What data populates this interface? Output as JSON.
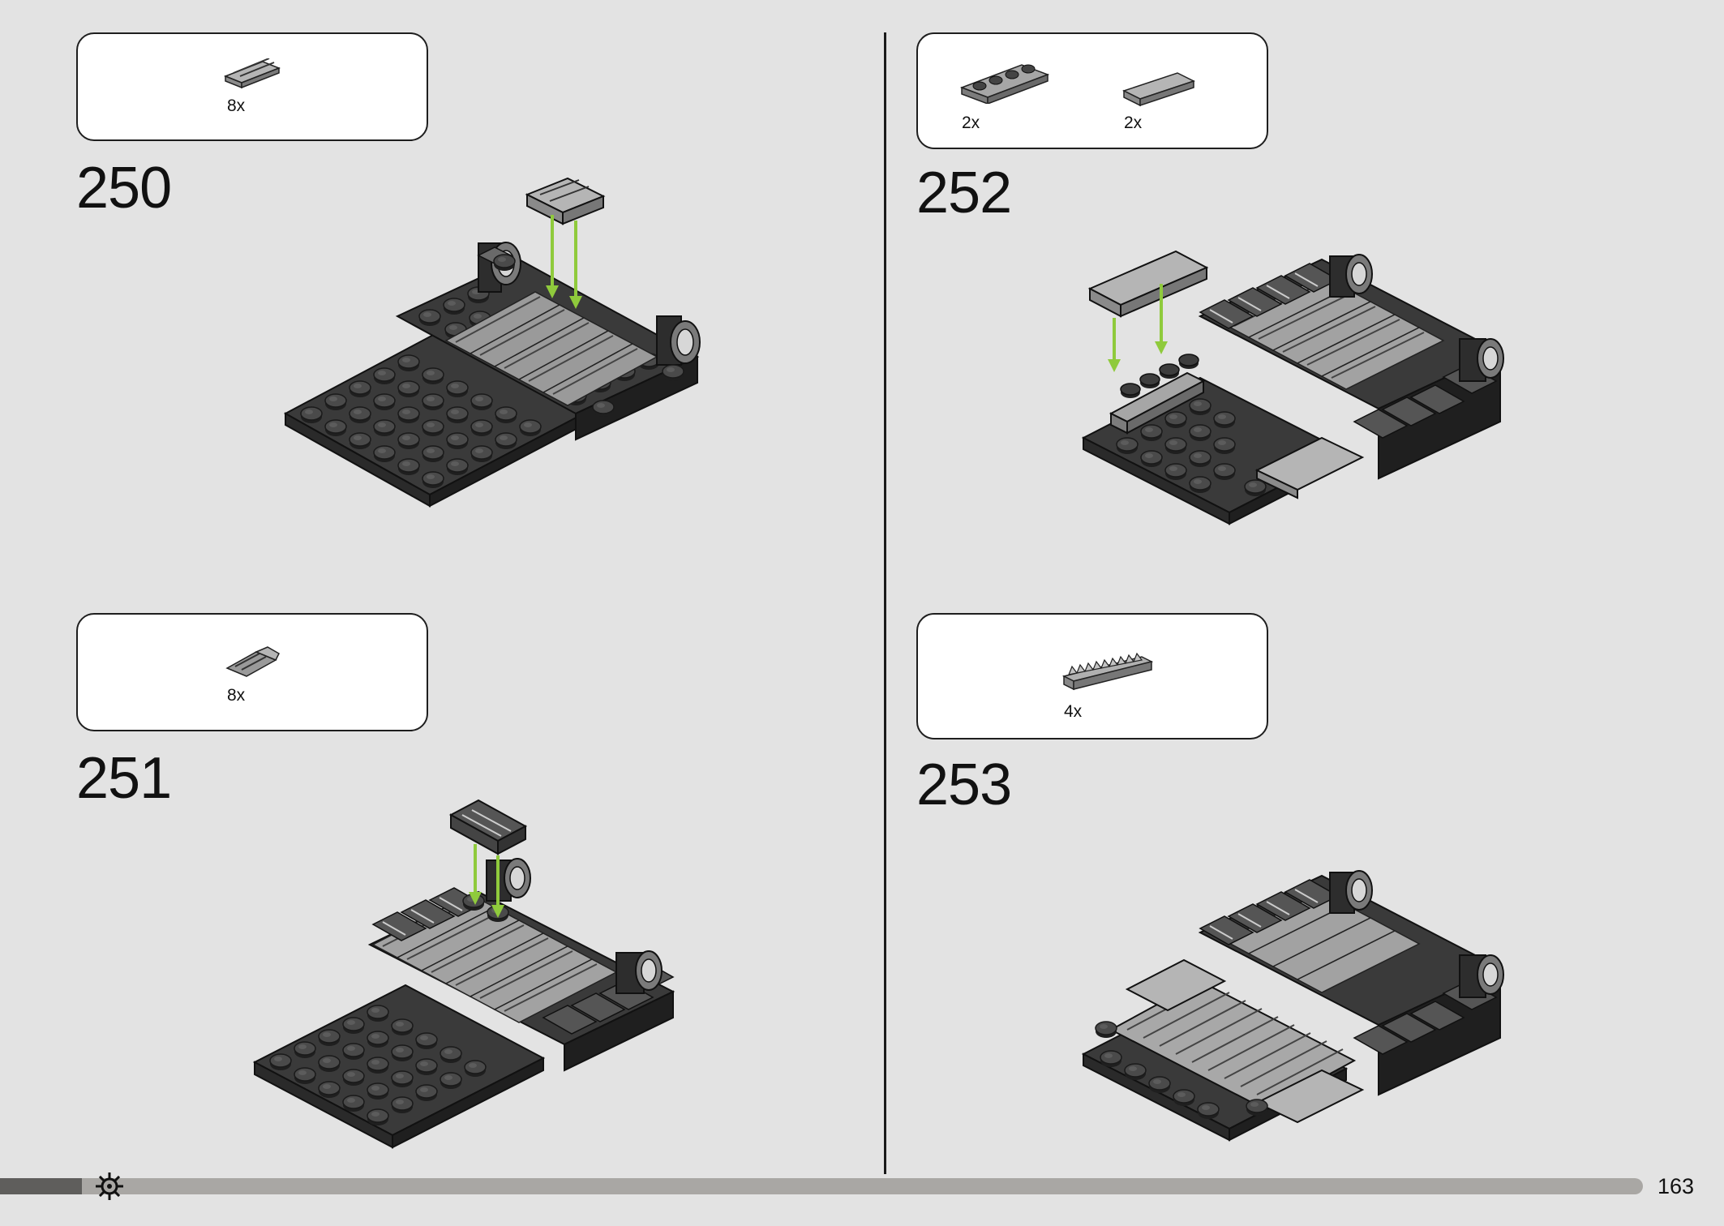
{
  "steps": [
    {
      "number": "250",
      "parts": [
        {
          "name": "grille-tile-1x2",
          "qty": "8x"
        }
      ]
    },
    {
      "number": "251",
      "parts": [
        {
          "name": "slope-grille-2x2",
          "qty": "8x"
        }
      ]
    },
    {
      "number": "252",
      "parts": [
        {
          "name": "plate-1x4",
          "qty": "2x"
        },
        {
          "name": "tile-2x4",
          "qty": "2x"
        }
      ]
    },
    {
      "number": "253",
      "parts": [
        {
          "name": "bar-with-teeth",
          "qty": "4x"
        }
      ]
    }
  ],
  "footer": {
    "page_number": "163",
    "progress": 0.05
  },
  "colors": {
    "accent_arrow": "#8fca3c",
    "dark_brick": "#3a3a3a",
    "light_brick": "#a6a6a6"
  }
}
